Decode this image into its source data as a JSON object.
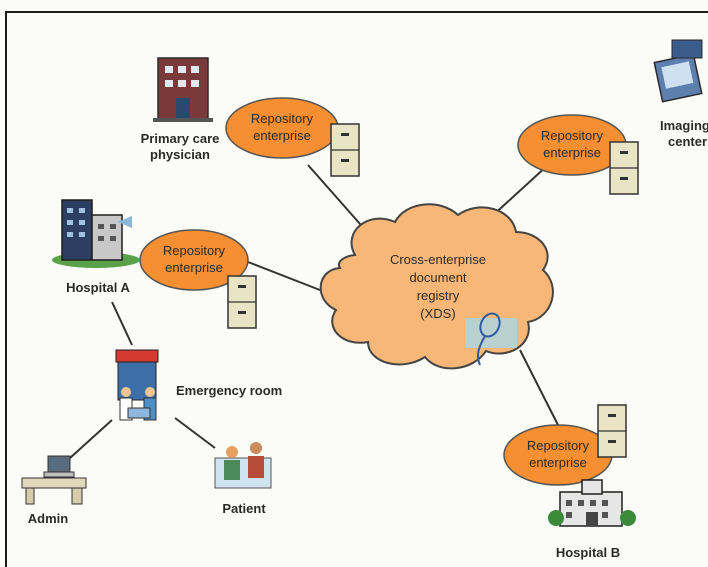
{
  "colors": {
    "background": "#fbfbf7",
    "frame": "#1c1c1c",
    "node_fill": "#f58f32",
    "cloud_fill": "#f8b777",
    "link": "#333333",
    "cabinet": "#e9e4c6",
    "text": "#2a2a2a"
  },
  "cloud": {
    "line1": "Cross-enterprise",
    "line2": "document",
    "line3": "registry",
    "line4": "(XDS)",
    "icon": "network-plug-icon"
  },
  "repositories": [
    {
      "line1": "Repository",
      "line2": "enterprise"
    },
    {
      "line1": "Repository",
      "line2": "enterprise"
    },
    {
      "line1": "Repository",
      "line2": "enterprise"
    },
    {
      "line1": "Repository",
      "line2": "enterprise"
    }
  ],
  "sites": {
    "primary_care_line1": "Primary care",
    "primary_care_line2": "physician",
    "imaging_line1": "Imaging",
    "imaging_line2": "center",
    "hospital_a": "Hospital A",
    "emergency_room": "Emergency room",
    "admin": "Admin",
    "patient": "Patient",
    "hospital_b": "Hospital B"
  },
  "icons": [
    "building-icon",
    "file-cabinet-icon",
    "imaging-device-icon",
    "hospital-icon",
    "emergency-room-icon",
    "computer-desk-icon",
    "patient-icon"
  ]
}
